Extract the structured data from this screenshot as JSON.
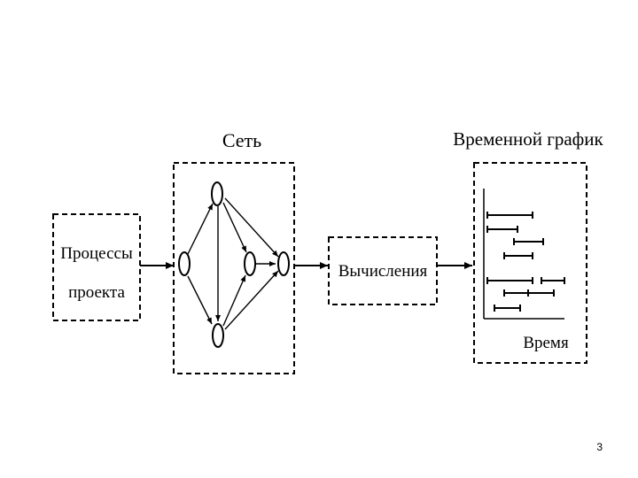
{
  "diagram": {
    "processes_label_line1": "Процессы",
    "processes_label_line2": "проекта",
    "network_title": "Сеть",
    "calculations_label": "Вычисления",
    "schedule_title": "Временной график",
    "time_axis_label": "Время"
  },
  "page_number": "3",
  "colors": {
    "ink": "#000000",
    "background": "#ffffff"
  }
}
